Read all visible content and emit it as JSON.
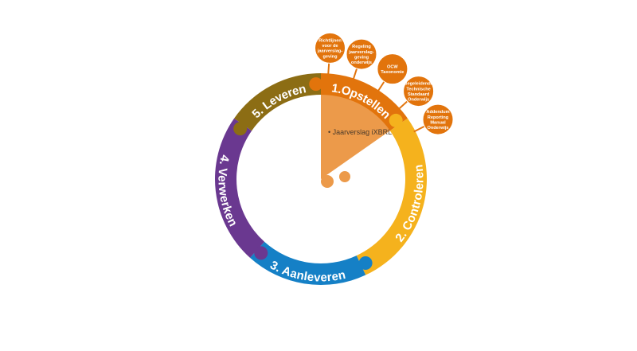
{
  "diagram": {
    "segments": [
      {
        "id": "opstellen",
        "label": "1.Opstellen",
        "color": "#e2740c"
      },
      {
        "id": "controleren",
        "label": "2. Controleren",
        "color": "#f5b21d"
      },
      {
        "id": "aanleveren",
        "label": "3. Aanleveren",
        "color": "#1580c6"
      },
      {
        "id": "verwerken",
        "label": "4. Verwerken",
        "color": "#6a3890"
      },
      {
        "id": "leveren",
        "label": "5. Leveren",
        "color": "#8c6d14"
      }
    ],
    "highlight": {
      "label": "• Jaarverslag iXBRL",
      "color": "#ec9a4a"
    },
    "bubbles": [
      {
        "lines": [
          "Richtlijnen",
          "voor de",
          "jaarverslag-",
          "geving"
        ]
      },
      {
        "lines": [
          "Regeling",
          "jaarverslag-",
          "geving",
          "onderwijs"
        ]
      },
      {
        "lines": [
          "OCW",
          "Taxonomie"
        ]
      },
      {
        "lines": [
          "Begeleidende",
          "Technische",
          "Standaard",
          "Onderwijs"
        ]
      },
      {
        "lines": [
          "Addendum",
          "Reporting",
          "Manual",
          "Onderwijs"
        ]
      }
    ],
    "bubble_color": "#e2740c"
  }
}
